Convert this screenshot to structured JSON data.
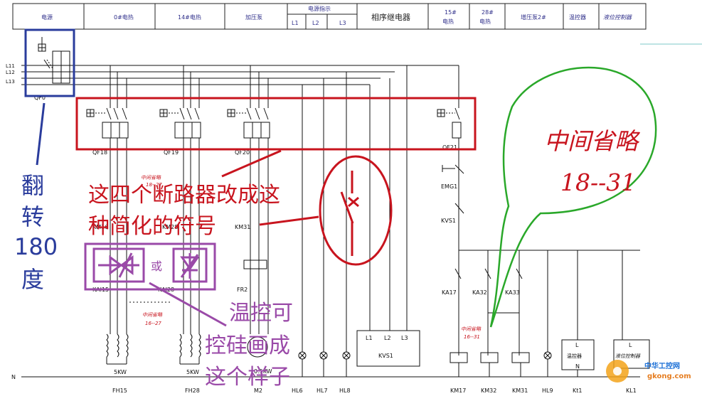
{
  "header": {
    "cells": [
      "电源",
      "0#电热",
      "14#电热",
      "加压泵",
      "电源指示",
      "相序继电器",
      "15#",
      "28#",
      "增压泵2#",
      "温控器",
      "液位控制器"
    ],
    "cells_second_line": {
      "15#": "电热",
      "28#": "电热"
    },
    "phase_labels": [
      "L1",
      "L2",
      "L3"
    ]
  },
  "lines": {
    "l11": "L11",
    "l12": "L12",
    "l13": "L13",
    "neutral": "N"
  },
  "components": {
    "qf0": "QF0",
    "breakers": [
      "QF18",
      "QF19",
      "QF20",
      "QF21"
    ],
    "contactors": [
      "KM16",
      "KM28",
      "KM31"
    ],
    "kai": [
      "KAI15",
      "KAI28"
    ],
    "fr2": "FR2",
    "emg1": "EMG1",
    "kvs1": "KVS1",
    "relays_bottom": [
      "KA17",
      "KA32",
      "KA33"
    ],
    "kvs1_box": [
      "L1",
      "L2",
      "L3"
    ],
    "kvs1_label": "KVS1",
    "heater_kw": [
      "5KW",
      "5KW"
    ],
    "motor": "0.5KW",
    "bottom_labels": [
      "FH15",
      "FH28",
      "M2",
      "HL6",
      "HL7",
      "HL8",
      "KM17",
      "KM32",
      "KM31",
      "HL9",
      "Kt1",
      "KL1"
    ],
    "box1": {
      "top": "L",
      "mid": "温控器",
      "bot": "N"
    },
    "box2": {
      "top": "L",
      "mid": "液位控制器"
    }
  },
  "notes": {
    "small_omit_1": "中间省略",
    "small_omit_1_range": "16--27",
    "small_omit_2": "中间省略",
    "small_omit_2_range": "16--31",
    "small_omit_3": "中间省略",
    "small_omit_3_range": "18--27"
  },
  "annotations": {
    "red_line1": "这四个断路器改成这",
    "red_line2": "种简化的符号",
    "blue_chars": [
      "翻",
      "转",
      "180",
      "度"
    ],
    "purple_line1": "温控可",
    "purple_line2": "控硅画成",
    "purple_line3": "这个样子",
    "or_text": "或",
    "green_line1": "中间省略",
    "green_line2": "18--31"
  },
  "watermark": {
    "text": "中华工控网",
    "url": "gkong.com"
  },
  "colors": {
    "red": "#c8141e",
    "blue": "#2a3c9c",
    "purple": "#9a4aa8",
    "green": "#2aa82a",
    "wire": "#111111"
  }
}
